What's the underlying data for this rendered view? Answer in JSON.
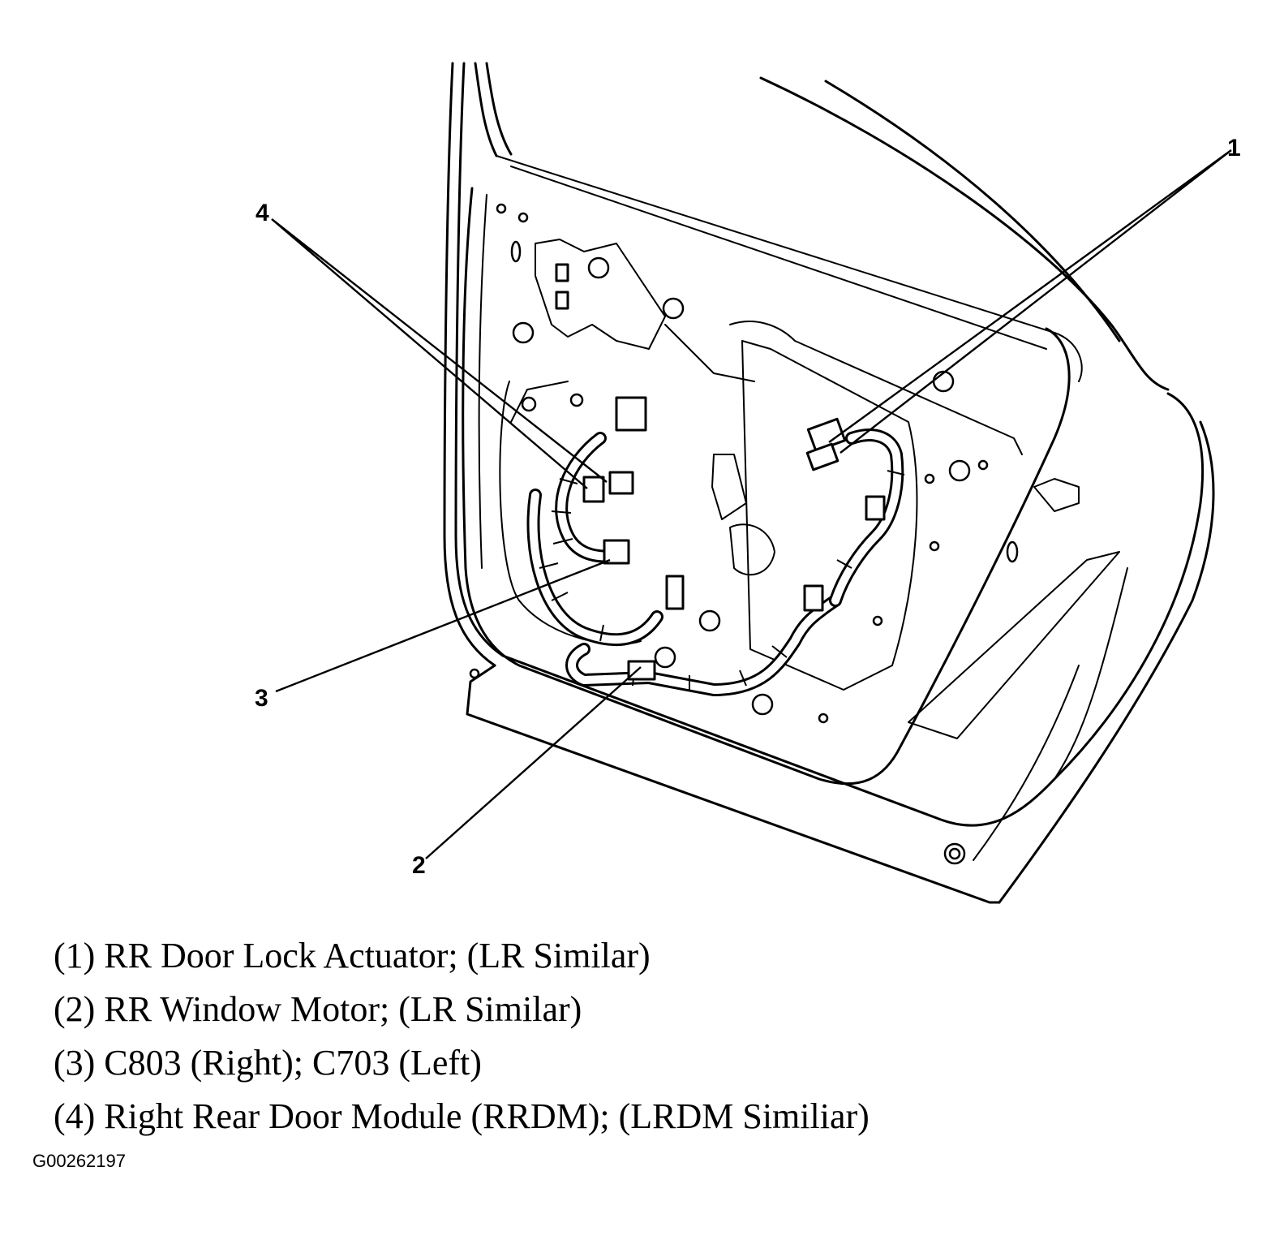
{
  "callouts": [
    {
      "number": "1",
      "name": "callout-1"
    },
    {
      "number": "2",
      "name": "callout-2"
    },
    {
      "number": "3",
      "name": "callout-3"
    },
    {
      "number": "4",
      "name": "callout-4"
    }
  ],
  "legend": [
    "(1) RR Door Lock Actuator; (LR Similar)",
    "(2) RR Window Motor; (LR Similar)",
    "(3) C803 (Right); C703 (Left)",
    "(4) Right Rear Door Module (RRDM); (LRDM Similiar)"
  ],
  "figure_id": "G00262197"
}
